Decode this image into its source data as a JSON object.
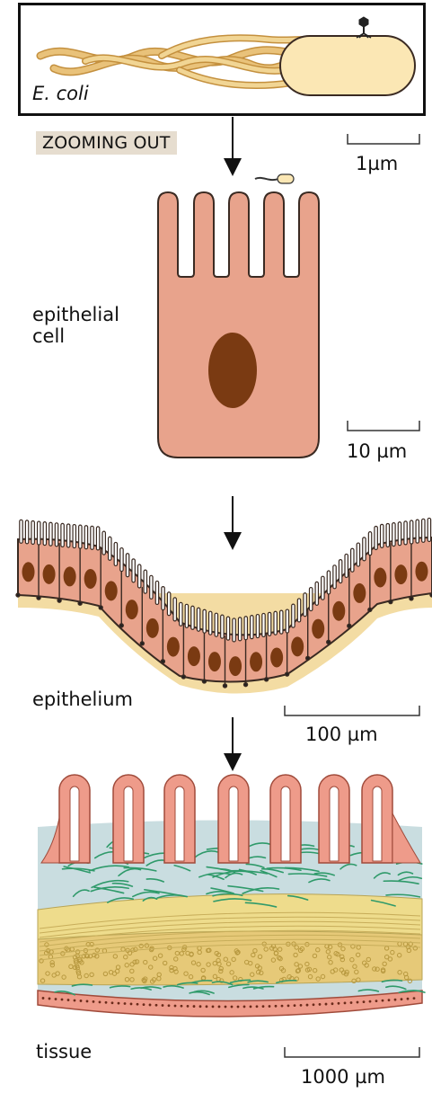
{
  "labels": {
    "ecoli": "E. coli",
    "zoom_badge": "ZOOMING OUT",
    "epithelial_cell": "epithelial\ncell",
    "epithelium": "epithelium",
    "tissue": "tissue"
  },
  "scale_bars": {
    "s1": "1µm",
    "s2": "10 µm",
    "s3": "100 µm",
    "s4": "1000 µm"
  },
  "colors": {
    "cell_fill": "#e8a38c",
    "cell_stroke": "#3a2a22",
    "nucleus": "#7a3a12",
    "basement": "#f3dca3",
    "ecoli_body": "#fbe7b4",
    "flagella": "#e3b469",
    "connective": "#c9dde0",
    "fibers": "#2f9a6a",
    "muscle": "#eedc8c"
  },
  "icons": [
    "down-arrow-icon",
    "bacterium-icon",
    "bacteriophage-icon"
  ]
}
